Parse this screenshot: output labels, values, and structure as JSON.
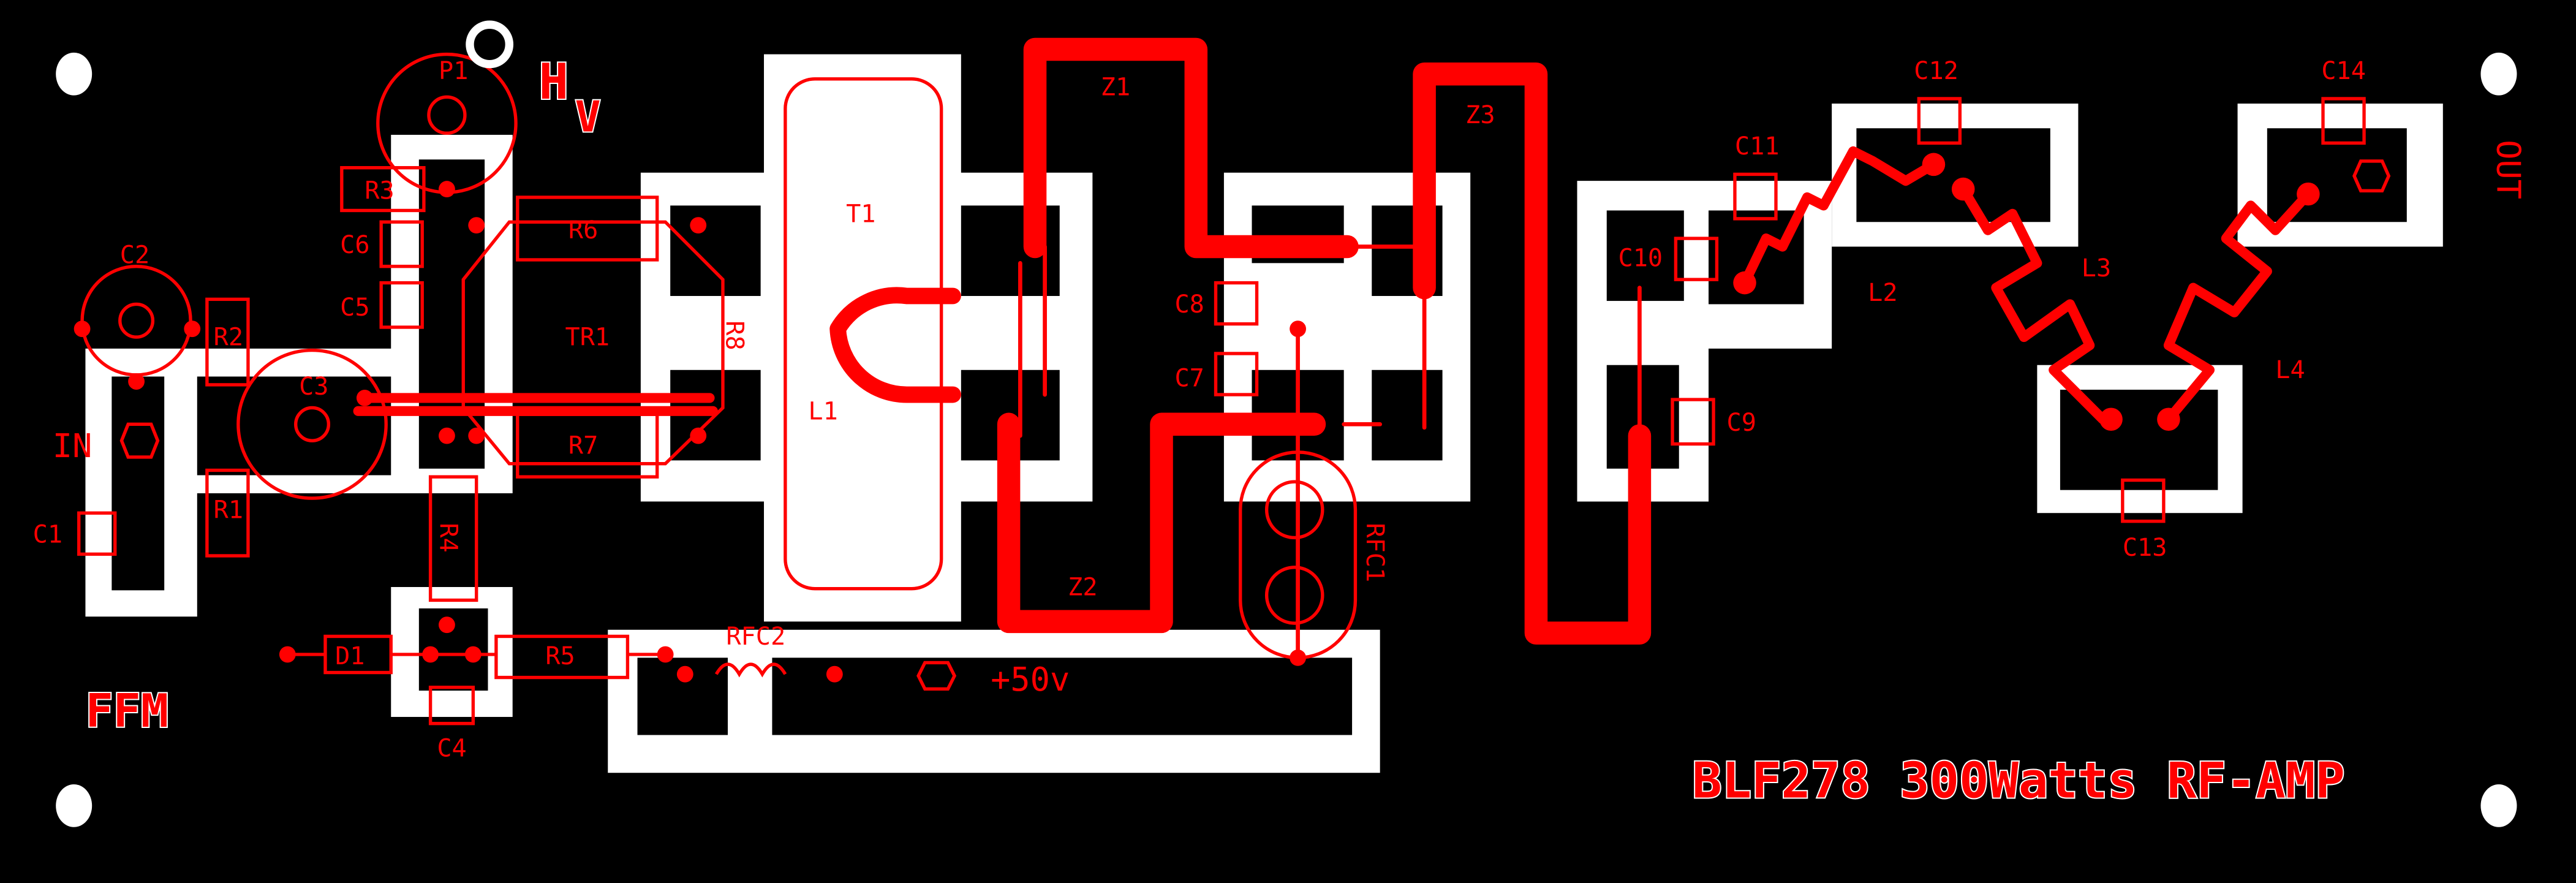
{
  "title": "BLF278 300Watts RF-AMP",
  "author_mark": "FFM",
  "hv_mark": {
    "h": "H",
    "v": "V"
  },
  "ports": {
    "input": "IN",
    "output": "OUT",
    "supply": "+50v"
  },
  "components": {
    "P1": "P1",
    "C1": "C1",
    "C2": "C2",
    "C3": "C3",
    "C4": "C4",
    "C5": "C5",
    "C6": "C6",
    "C7": "C7",
    "C8": "C8",
    "C9": "C9",
    "C10": "C10",
    "C11": "C11",
    "C12": "C12",
    "C13": "C13",
    "C14": "C14",
    "R1": "R1",
    "R2": "R2",
    "R3": "R3",
    "R4": "R4",
    "R5": "R5",
    "R6": "R6",
    "R7": "R7",
    "R8": "R8",
    "TR1": "TR1",
    "T1": "T1",
    "L1": "L1",
    "L2": "L2",
    "L3": "L3",
    "L4": "L4",
    "D1": "D1",
    "RFC1": "RFC1",
    "RFC2": "RFC2",
    "Z1": "Z1",
    "Z2": "Z2",
    "Z3": "Z3"
  },
  "colors": {
    "background": "#000000",
    "copper": "#ffffff",
    "silkscreen": "#ff0000"
  }
}
